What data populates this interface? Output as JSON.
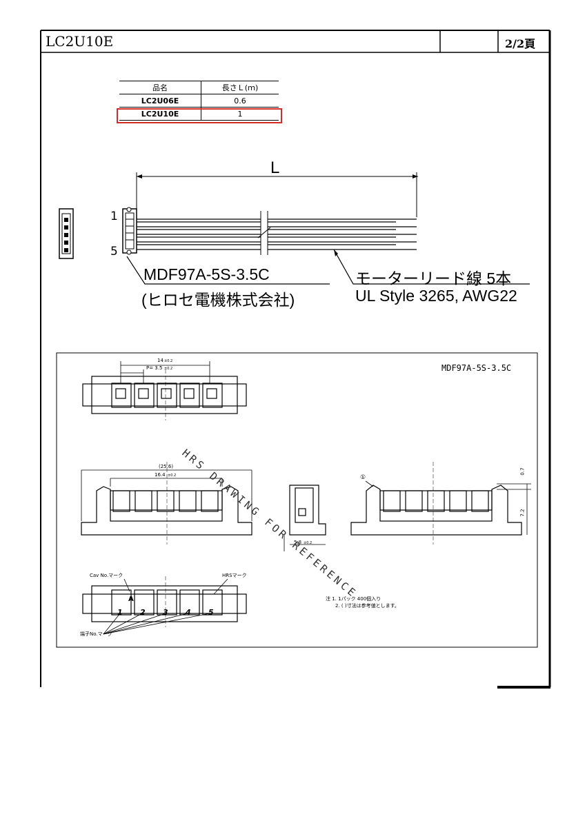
{
  "header": {
    "title": "LC2U10E",
    "page": "2/2頁"
  },
  "table": {
    "headers": [
      "品名",
      "長さＬ(ｍ)"
    ],
    "rows": [
      {
        "name": "LC2U06E",
        "length": "0.6"
      },
      {
        "name": "LC2U10E",
        "length": "1"
      }
    ]
  },
  "cable": {
    "length_label": "L",
    "pin_first": "1",
    "pin_last": "5",
    "connector_part": "MDF97A-5S-3.5C",
    "connector_maker": "(ヒロセ電機株式会社)",
    "wire_desc": "モーターリード線 5本",
    "wire_spec": "UL Style 3265, AWG22"
  },
  "drawing": {
    "title": "MDF97A-5S-3.5C",
    "dim_14": "14",
    "dim_pitch": "P= 3.5",
    "dim_25_6": "(25.6)",
    "dim_16_4": "16.4",
    "dim_5_8": "5.8",
    "dim_0_7": "0.7",
    "dim_7_2": "7.2",
    "tol": "±0.2",
    "circle_num": "①",
    "cav_mark": "Cav No.マーク",
    "hrs_mark": "HRSマーク",
    "terminal_mark": "端子No.マーク",
    "pins": [
      "1",
      "2",
      "3",
      "4",
      "5"
    ],
    "pin_a": "A",
    "note_1": "注 1. 1パック 400個入り",
    "note_2": "2. ( )寸法は参考値とします。",
    "watermark": "HRS DRAWING FOR REFERENCE"
  },
  "colors": {
    "highlight": "#d42a2a"
  }
}
